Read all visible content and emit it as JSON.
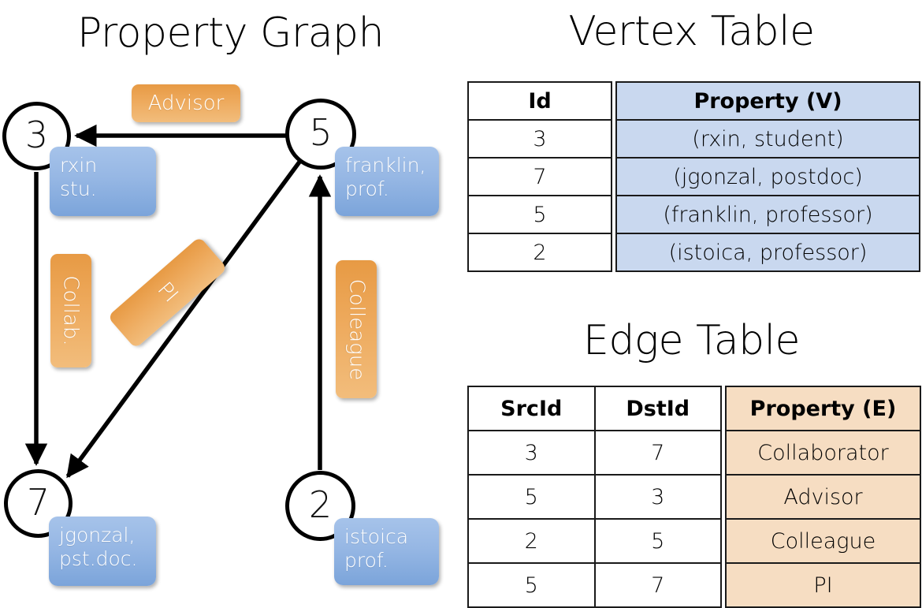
{
  "titles": {
    "property_graph": "Property Graph",
    "vertex_table": "Vertex Table",
    "edge_table": "Edge Table"
  },
  "graph": {
    "nodes": [
      {
        "id": "3",
        "property": "rxin\nstu."
      },
      {
        "id": "5",
        "property": "franklin,\nprof."
      },
      {
        "id": "7",
        "property": "jgonzal,\npst.doc."
      },
      {
        "id": "2",
        "property": "istoica\nprof."
      }
    ],
    "node_labels": {
      "n3": "3",
      "n5": "5",
      "n7": "7",
      "n2": "2"
    },
    "property_boxes": {
      "rxin_line1": "rxin",
      "rxin_line2": "stu.",
      "franklin_line1": "franklin,",
      "franklin_line2": "prof.",
      "jgonzal_line1": "jgonzal,",
      "jgonzal_line2": "pst.doc.",
      "istoica_line1": "istoica",
      "istoica_line2": "prof."
    },
    "edge_labels": {
      "advisor": "Advisor",
      "collab": "Collab.",
      "pi": "PI",
      "colleague": "Colleague"
    },
    "edges": [
      {
        "src": "5",
        "dst": "3",
        "label": "Advisor"
      },
      {
        "src": "3",
        "dst": "7",
        "label": "Collab."
      },
      {
        "src": "5",
        "dst": "7",
        "label": "PI"
      },
      {
        "src": "2",
        "dst": "5",
        "label": "Colleague"
      }
    ]
  },
  "vertex_table": {
    "headers": {
      "id": "Id",
      "property": "Property (V)"
    },
    "rows": [
      {
        "id": "3",
        "property": "(rxin, student)"
      },
      {
        "id": "7",
        "property": "(jgonzal, postdoc)"
      },
      {
        "id": "5",
        "property": "(franklin, professor)"
      },
      {
        "id": "2",
        "property": "(istoica, professor)"
      }
    ]
  },
  "edge_table": {
    "headers": {
      "src": "SrcId",
      "dst": "DstId",
      "property": "Property (E)"
    },
    "rows": [
      {
        "src": "3",
        "dst": "7",
        "property": "Collaborator"
      },
      {
        "src": "5",
        "dst": "3",
        "property": "Advisor"
      },
      {
        "src": "2",
        "dst": "5",
        "property": "Colleague"
      },
      {
        "src": "5",
        "dst": "7",
        "property": "PI"
      }
    ]
  },
  "colors": {
    "vertex_property_fill": "#c9d8ef",
    "edge_property_fill": "#f6ddc2",
    "node_box_blue": "#96b7e4",
    "edge_label_orange": "#eda85a",
    "border": "#1a1a1a",
    "background": "#ffffff"
  }
}
